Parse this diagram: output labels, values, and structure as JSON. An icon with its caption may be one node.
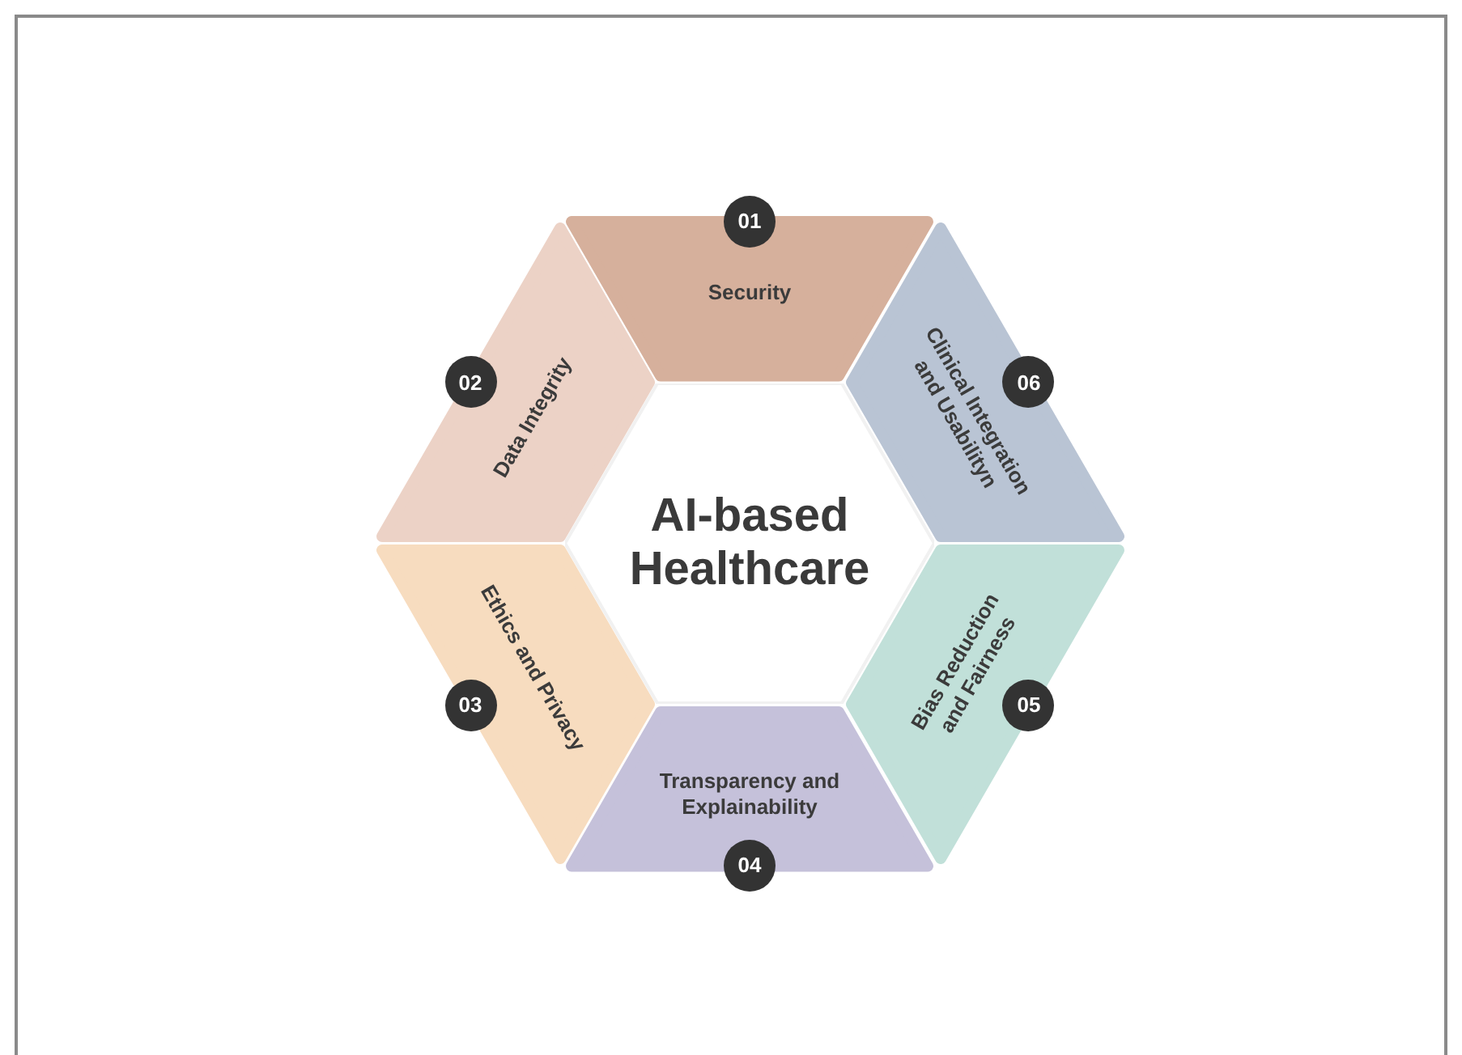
{
  "diagram": {
    "nodes": [
      {
        "text": [
          "AI-based Healthcare"
        ]
      },
      {
        "text": [
          "01",
          "Security"
        ]
      },
      {
        "text": [
          "02",
          "Data Integrity"
        ]
      },
      {
        "text": [
          "03",
          "Ethics and Privacy"
        ]
      },
      {
        "text": [
          "Transparency and Explainability",
          "04"
        ]
      },
      {
        "text": [
          "05",
          "Bias Reduction and Fairness"
        ]
      },
      {
        "text": [
          "06",
          "Clinical Integration and Usabilityn"
        ]
      }
    ]
  }
}
